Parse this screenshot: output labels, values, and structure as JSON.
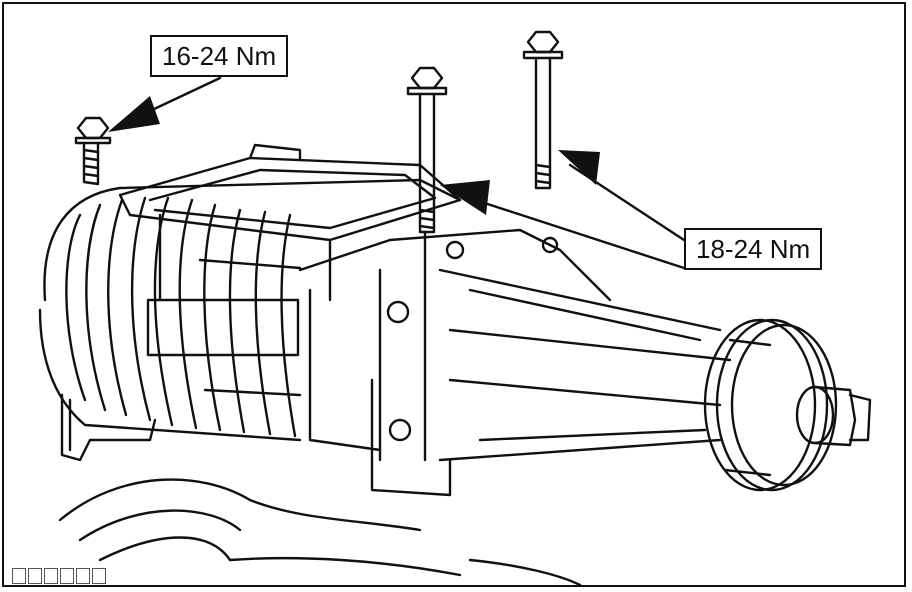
{
  "labels": {
    "torque_top_left": "16-24 Nm",
    "torque_right": "18-24 Nm"
  },
  "figure": {
    "components": [
      "supercharger",
      "short-bolt",
      "long-bolt-front",
      "long-bolt-rear",
      "drive-pulley"
    ],
    "reference_box_count": 6
  },
  "colors": {
    "line": "#111111",
    "background": "#ffffff"
  }
}
